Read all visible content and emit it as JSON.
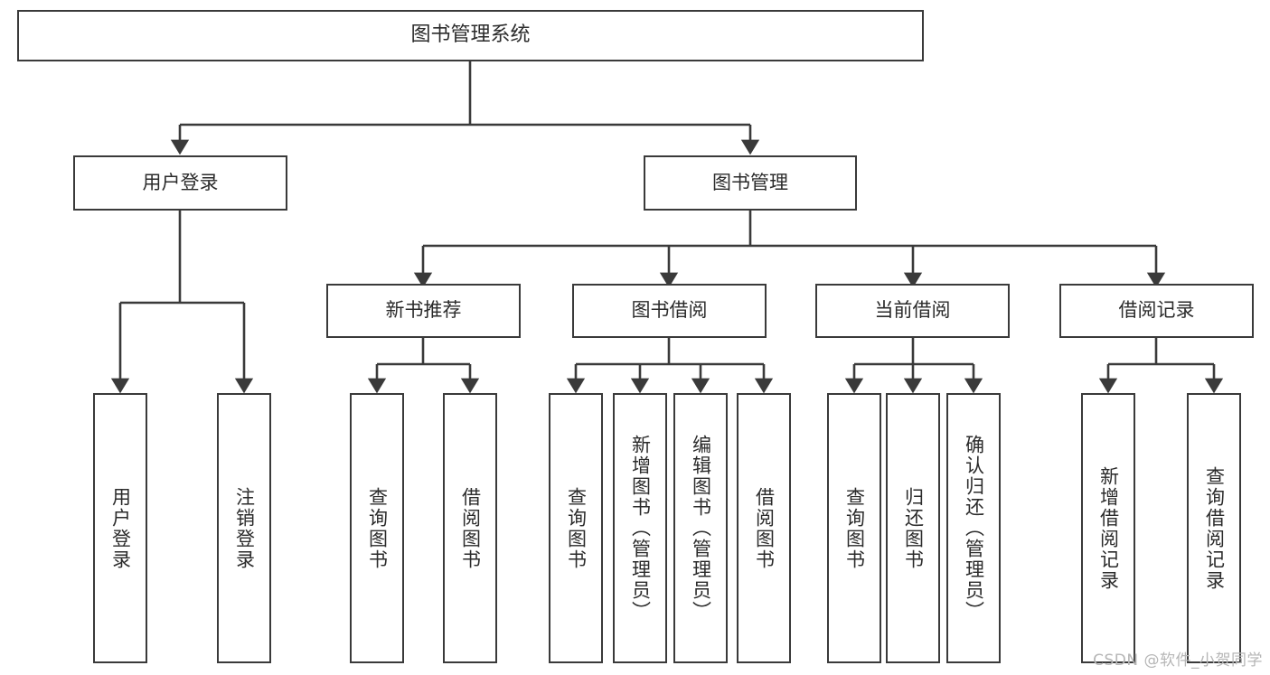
{
  "diagram": {
    "type": "tree-hierarchy-flowchart",
    "title": "图书管理系统",
    "root": {
      "id": "root",
      "label": "图书管理系统"
    },
    "level2": [
      {
        "id": "user-login",
        "label": "用户登录"
      },
      {
        "id": "book-manage",
        "label": "图书管理"
      }
    ],
    "level3": [
      {
        "id": "new-book-recommend",
        "label": "新书推荐",
        "parent": "book-manage"
      },
      {
        "id": "book-borrow",
        "label": "图书借阅",
        "parent": "book-manage"
      },
      {
        "id": "current-borrow",
        "label": "当前借阅",
        "parent": "book-manage"
      },
      {
        "id": "borrow-record",
        "label": "借阅记录",
        "parent": "book-manage"
      }
    ],
    "leaves": {
      "user-login": [
        {
          "id": "leaf-user-login",
          "label": "用户登录"
        },
        {
          "id": "leaf-logout",
          "label": "注销登录"
        }
      ],
      "new-book-recommend": [
        {
          "id": "leaf-query-book-1",
          "label": "查询图书"
        },
        {
          "id": "leaf-borrow-book-1",
          "label": "借阅图书"
        }
      ],
      "book-borrow": [
        {
          "id": "leaf-query-book-2",
          "label": "查询图书"
        },
        {
          "id": "leaf-add-book",
          "label": "新增图书（管理员）"
        },
        {
          "id": "leaf-edit-book",
          "label": "编辑图书（管理员）"
        },
        {
          "id": "leaf-borrow-book-2",
          "label": "借阅图书"
        }
      ],
      "current-borrow": [
        {
          "id": "leaf-query-book-3",
          "label": "查询图书"
        },
        {
          "id": "leaf-return-book",
          "label": "归还图书"
        },
        {
          "id": "leaf-confirm-return",
          "label": "确认归还（管理员）"
        }
      ],
      "borrow-record": [
        {
          "id": "leaf-add-record",
          "label": "新增借阅记录"
        },
        {
          "id": "leaf-query-record",
          "label": "查询借阅记录"
        }
      ]
    },
    "colors": {
      "stroke": "#3a3a3a",
      "text": "#2b2b2b",
      "background": "#ffffff",
      "watermark": "#b6b6b6"
    }
  },
  "watermark": {
    "text": "CSDN @软件_小贺同学"
  }
}
